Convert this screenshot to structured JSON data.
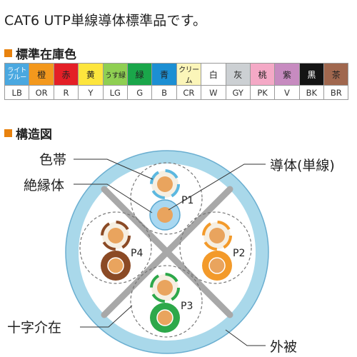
{
  "intro": "CAT6 UTP単線導体標準品です。",
  "standard_colors": {
    "title": "標準在庫色",
    "colors": [
      {
        "name": "ライトブルー",
        "code": "LB",
        "hex": "#4aa8e0",
        "text_color": "#ffffff"
      },
      {
        "name": "橙",
        "code": "OR",
        "hex": "#f3981d",
        "text_color": "#222222"
      },
      {
        "name": "赤",
        "code": "R",
        "hex": "#e41f26",
        "text_color": "#222222"
      },
      {
        "name": "黄",
        "code": "Y",
        "hex": "#fde53d",
        "text_color": "#222222"
      },
      {
        "name": "うす緑",
        "code": "LG",
        "hex": "#8fcf52",
        "text_color": "#222222"
      },
      {
        "name": "緑",
        "code": "G",
        "hex": "#1aa64a",
        "text_color": "#222222"
      },
      {
        "name": "青",
        "code": "B",
        "hex": "#1c8fd3",
        "text_color": "#222222"
      },
      {
        "name": "クリーム",
        "code": "CR",
        "hex": "#fbf5b9",
        "text_color": "#222222"
      },
      {
        "name": "白",
        "code": "W",
        "hex": "#ffffff",
        "text_color": "#222222"
      },
      {
        "name": "灰",
        "code": "GY",
        "hex": "#ccd0d3",
        "text_color": "#222222"
      },
      {
        "name": "桃",
        "code": "PK",
        "hex": "#f4a9c6",
        "text_color": "#222222"
      },
      {
        "name": "紫",
        "code": "V",
        "hex": "#c78bc0",
        "text_color": "#222222"
      },
      {
        "name": "黒",
        "code": "BK",
        "hex": "#141414",
        "text_color": "#ffffff"
      },
      {
        "name": "茶",
        "code": "BR",
        "hex": "#a0674e",
        "text_color": "#222222"
      }
    ]
  },
  "structure": {
    "title": "構造図",
    "labels": {
      "color_band": "色帯",
      "insulator": "絶縁体",
      "conductor": "導体(単線)",
      "cross_separator": "十字介在",
      "jacket": "外被"
    },
    "pairs": [
      {
        "label": "P1",
        "band_color": "#5cb8e0",
        "solid_color": "#a9d8f1"
      },
      {
        "label": "P2",
        "band_color": "#f39a2a",
        "solid_color": "#f39a2a"
      },
      {
        "label": "P3",
        "band_color": "#2da84a",
        "solid_color": "#2da84a"
      },
      {
        "label": "P4",
        "band_color": "#8b4a25",
        "solid_color": "#8b4a25"
      }
    ],
    "colors": {
      "jacket": "#a9d8ea",
      "jacket_outline": "#6aaed0",
      "core": "#ffffff",
      "separator": "#a8a8a8",
      "conductor": "#e9a45e",
      "band_white": "#f6efe2"
    }
  }
}
